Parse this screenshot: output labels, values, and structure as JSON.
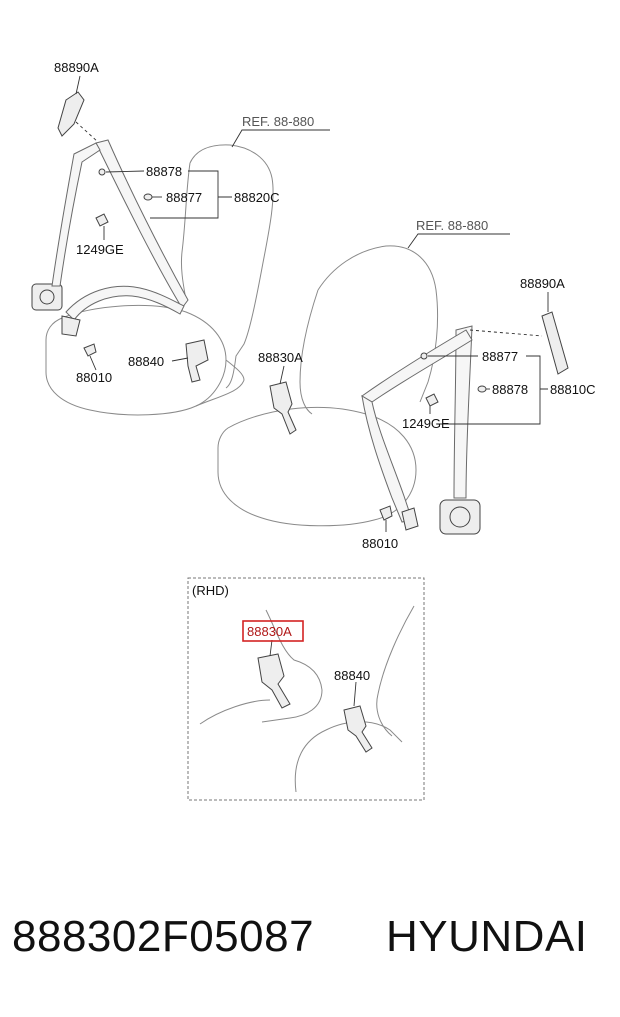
{
  "labels": {
    "left_seat": {
      "anchor_top": "88890A",
      "ref": "REF. 88-880",
      "p88878": "88878",
      "p88877": "88877",
      "assembly": "88820C",
      "bolt": "1249GE",
      "buckle": "88840",
      "anchor_bolt": "88010"
    },
    "right_seat": {
      "ref": "REF. 88-880",
      "anchor_top": "88890A",
      "buckle": "88830A",
      "p88877": "88877",
      "p88878": "88878",
      "assembly": "88810C",
      "bolt": "1249GE",
      "anchor_bolt": "88010"
    },
    "rhd_inset": {
      "title": "(RHD)",
      "highlighted_part": "88830A",
      "buckle": "88840"
    }
  },
  "highlight_color": "#d42323",
  "footer": {
    "part_number": "888302F05087",
    "brand": "HYUNDAI"
  }
}
